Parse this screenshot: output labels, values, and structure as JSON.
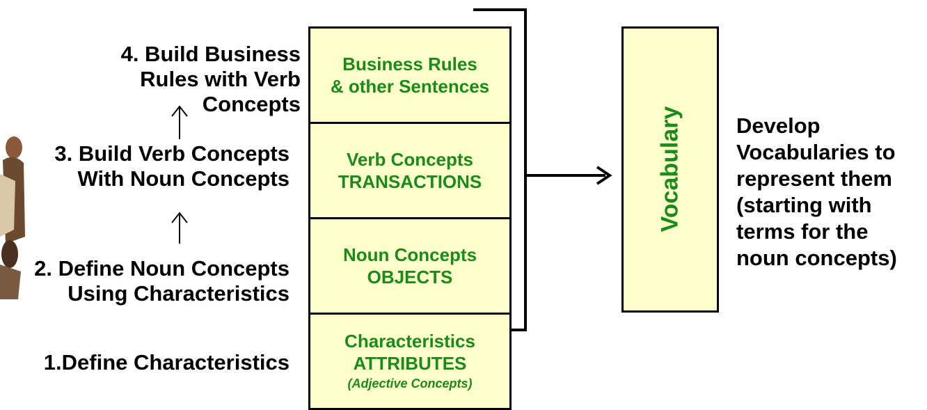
{
  "steps": {
    "step4": [
      "4. Build Business",
      "Rules with Verb",
      "Concepts"
    ],
    "step3": [
      "3. Build Verb Concepts",
      "With Noun Concepts"
    ],
    "step2": [
      "2. Define Noun Concepts",
      "Using Characteristics"
    ],
    "step1": "1.Define Characteristics"
  },
  "stack": {
    "business_rules": [
      "Business Rules",
      "& other Sentences"
    ],
    "verb_concepts": [
      "Verb Concepts",
      "TRANSACTIONS"
    ],
    "noun_concepts": [
      "Noun Concepts",
      "OBJECTS"
    ],
    "characteristics": [
      "Characteristics",
      "ATTRIBUTES",
      "(Adjective Concepts)"
    ]
  },
  "vocabulary_label": "Vocabulary",
  "develop_text": [
    "Develop",
    "Vocabularies to",
    "represent them",
    "(starting with",
    "terms for the",
    "noun concepts)"
  ],
  "colors": {
    "box_fill": "#ffffcc",
    "box_text": "#1a8a1a",
    "line": "#000000"
  }
}
